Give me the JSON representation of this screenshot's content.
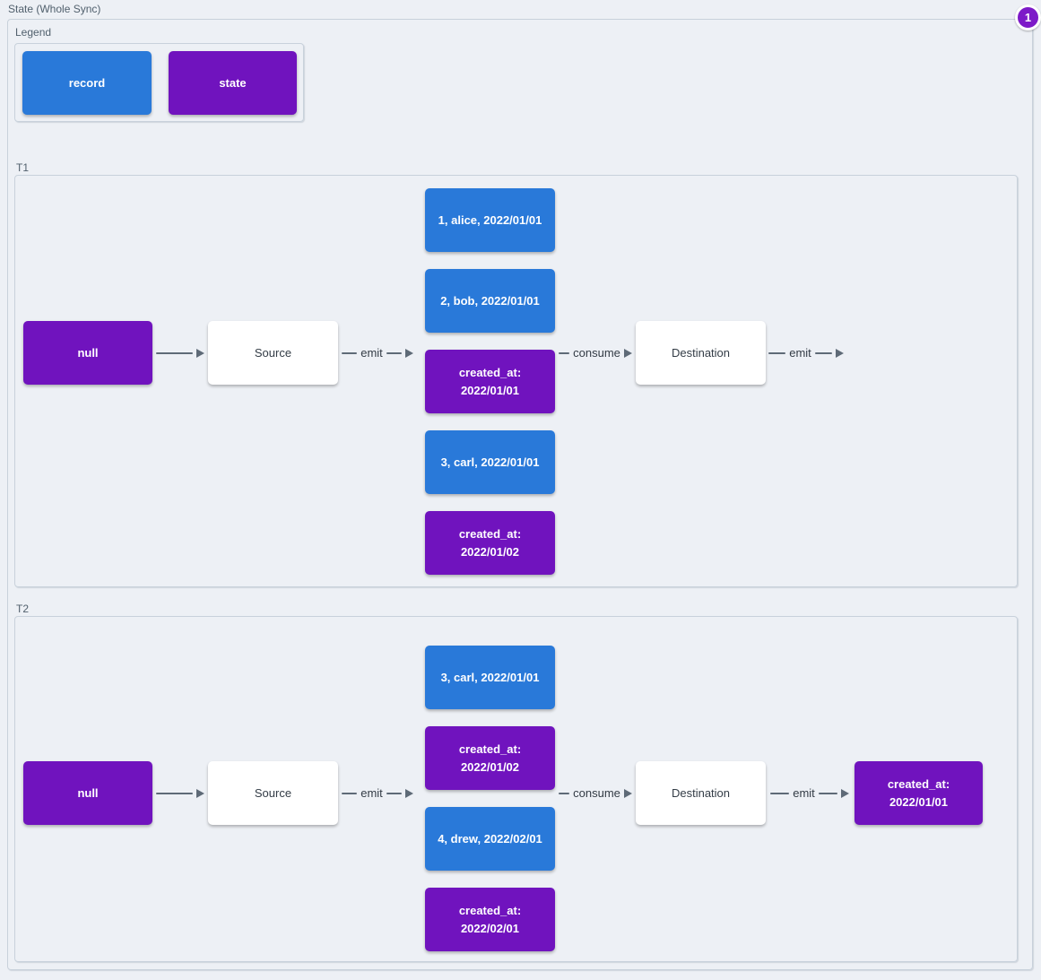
{
  "diagram": {
    "title": "State (Whole Sync)",
    "badge": "1",
    "colors": {
      "record_blue": "#2979D9",
      "state_purple": "#7013BE",
      "background": "#EDF0F5",
      "badge_purple": "#7D1AC8",
      "edge_gray": "#5E6A77"
    },
    "legend": {
      "label": "Legend",
      "record_label": "record",
      "state_label": "state"
    },
    "t1": {
      "label": "T1",
      "null_node": "null",
      "source": "Source",
      "destination": "Destination",
      "edge_emit_1": "emit",
      "edge_consume": "consume",
      "edge_emit_2": "emit",
      "stack": [
        {
          "type": "record",
          "text": "1, alice, 2022/01/01"
        },
        {
          "type": "record",
          "text": "2, bob, 2022/01/01"
        },
        {
          "type": "state",
          "text": "created_at:\n2022/01/01"
        },
        {
          "type": "record",
          "text": "3, carl, 2022/01/01"
        },
        {
          "type": "state",
          "text": "created_at:\n2022/01/02"
        }
      ]
    },
    "t2": {
      "label": "T2",
      "null_node": "null",
      "source": "Source",
      "destination": "Destination",
      "edge_emit_1": "emit",
      "edge_consume": "consume",
      "edge_emit_2": "emit",
      "stack": [
        {
          "type": "record",
          "text": "3, carl, 2022/01/01"
        },
        {
          "type": "state",
          "text": "created_at:\n2022/01/02"
        },
        {
          "type": "record",
          "text": "4, drew, 2022/02/01"
        },
        {
          "type": "state",
          "text": "created_at:\n2022/02/01"
        }
      ],
      "final_state": "created_at:\n2022/01/01"
    }
  }
}
